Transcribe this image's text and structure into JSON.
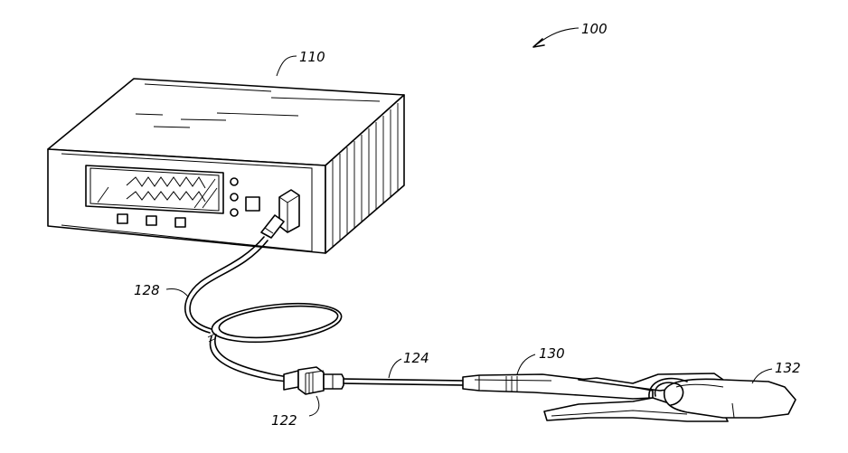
{
  "labels": {
    "system": "100",
    "monitor": "110",
    "connector": "122",
    "cable_distal": "124",
    "cable_proximal": "128",
    "sensor_body": "130",
    "finger_clip": "132"
  }
}
